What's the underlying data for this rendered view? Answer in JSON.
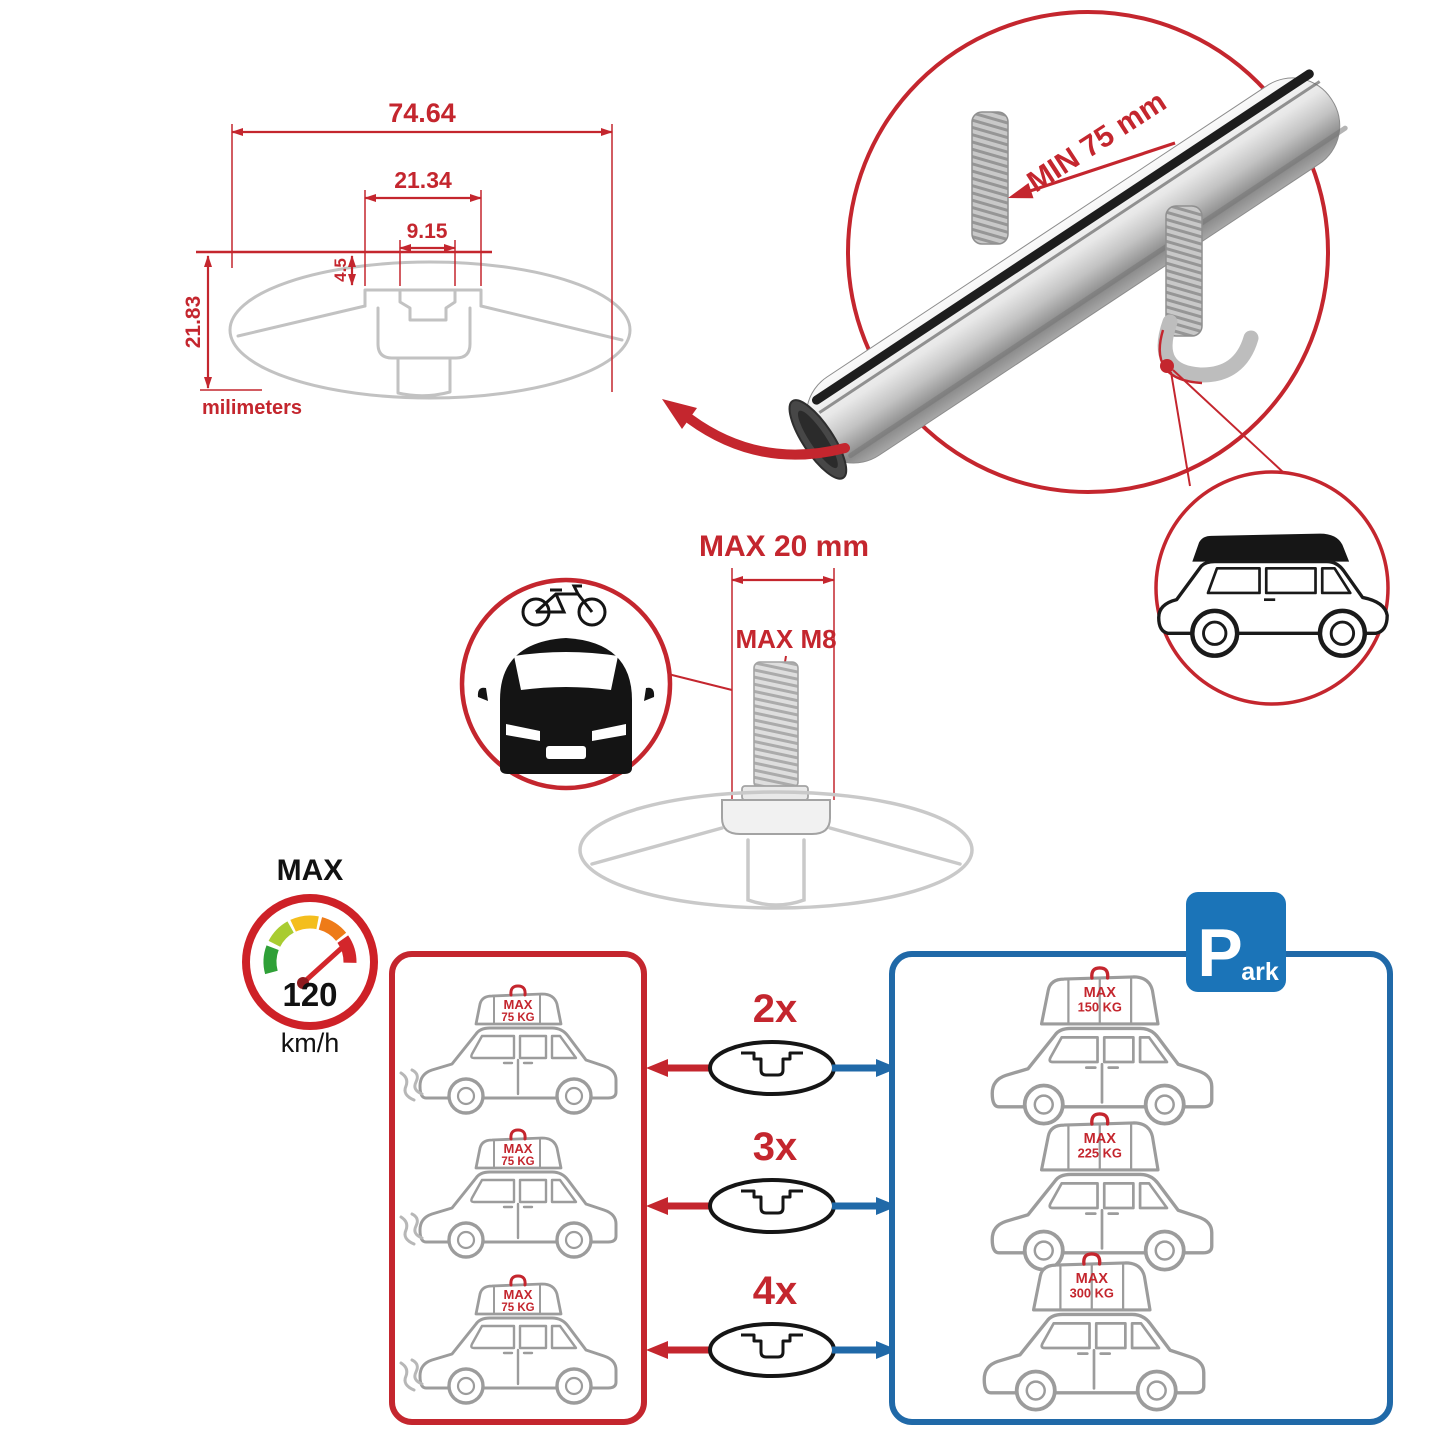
{
  "colors": {
    "red": "#C4262E",
    "blue": "#2069A8",
    "line_gray": "#9C9C9C",
    "ghost_gray": "#C9C9C9"
  },
  "cross_section": {
    "total_width": "74.64",
    "channel_width": "21.34",
    "slot_width": "9.15",
    "slot_depth": "4.5",
    "total_height": "21.83",
    "units_label": "milimeters"
  },
  "clamp": {
    "min_grip": "MIN 75 mm"
  },
  "bolt": {
    "max_length": "MAX 20 mm",
    "max_thread": "MAX M8"
  },
  "speed_limit": {
    "label": "MAX",
    "value": "120",
    "units": "km/h"
  },
  "park_sign": {
    "letter": "P",
    "rest": "ark"
  },
  "bar_counts": [
    "2x",
    "3x",
    "4x"
  ],
  "driving_cars": [
    {
      "label": "MAX",
      "load": "75 KG"
    },
    {
      "label": "MAX",
      "load": "75 KG"
    },
    {
      "label": "MAX",
      "load": "75 KG"
    }
  ],
  "parked_cars": [
    {
      "label": "MAX",
      "load": "150 KG"
    },
    {
      "label": "MAX",
      "load": "225 KG"
    },
    {
      "label": "MAX",
      "load": "300 KG"
    }
  ]
}
